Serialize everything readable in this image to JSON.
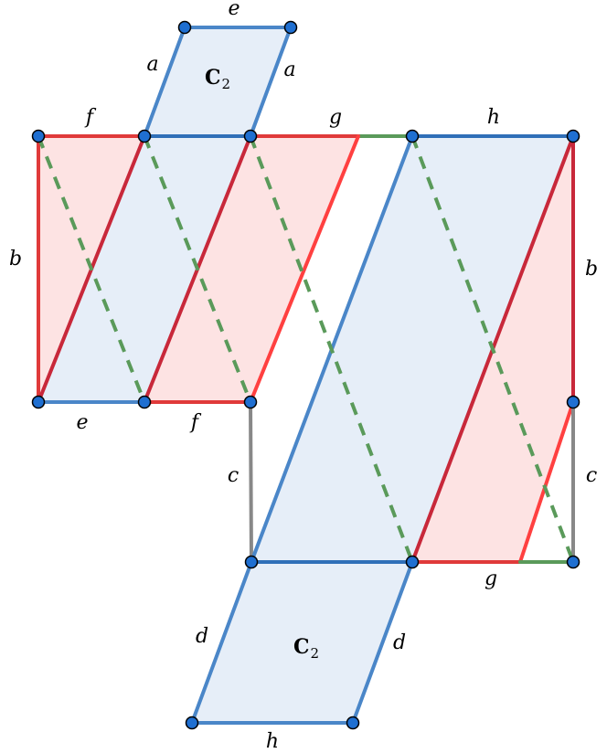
{
  "colors": {
    "blue_fill": "#e6eef8",
    "red_fill": "#fde3e3",
    "blue_line": "#4a86c8",
    "red_line": "#e03a3a",
    "dark_red_line": "#c8283a",
    "green_line": "#5a9a5a",
    "grey_line": "#888888",
    "vertex_fill": "#1f6fd1",
    "vertex_stroke": "#000000"
  },
  "labels": {
    "e_top": "e",
    "a_left": "a",
    "a_right": "a",
    "c2_top": "C",
    "c2_top_sub": "2",
    "f_top": "f",
    "g_top": "g",
    "h_top": "h",
    "b_left": "b",
    "b_right": "b",
    "e_bottom": "e",
    "f_bottom": "f",
    "c_left": "c",
    "c_right": "c",
    "g_bottom": "g",
    "d_left": "d",
    "d_right": "d",
    "c2_bottom": "C",
    "c2_bottom_sub": "2",
    "h_bottom": "h"
  }
}
